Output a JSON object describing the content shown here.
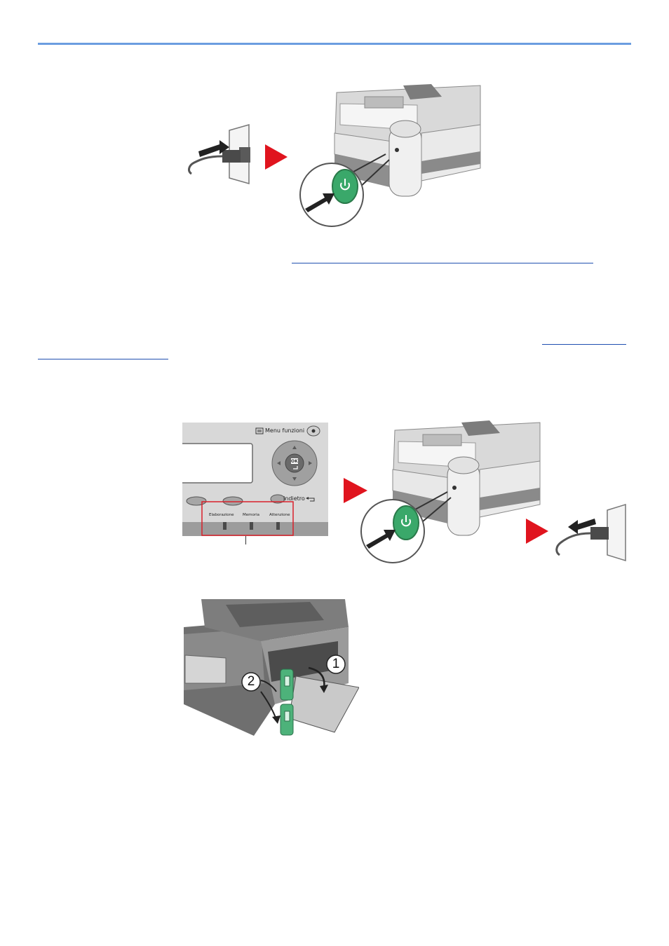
{
  "panel": {
    "menu_label": "Menu funzioni",
    "ok_label": "OK",
    "back_label": "Indietro",
    "leds": [
      "Elaborazione",
      "Memoria",
      "Attenzione"
    ]
  },
  "callouts": {
    "step1": "1",
    "step2": "2"
  },
  "colors": {
    "header_rule": "#6b9de0",
    "link": "#1f4fb0",
    "arrow_red": "#e0141e",
    "power_green": "#3aa86a",
    "highlight_box": "#d9202a"
  },
  "icons": [
    "power-plug-icon",
    "power-button-icon",
    "step-arrow-icon",
    "ok-enter-icon",
    "back-arrow-icon"
  ]
}
